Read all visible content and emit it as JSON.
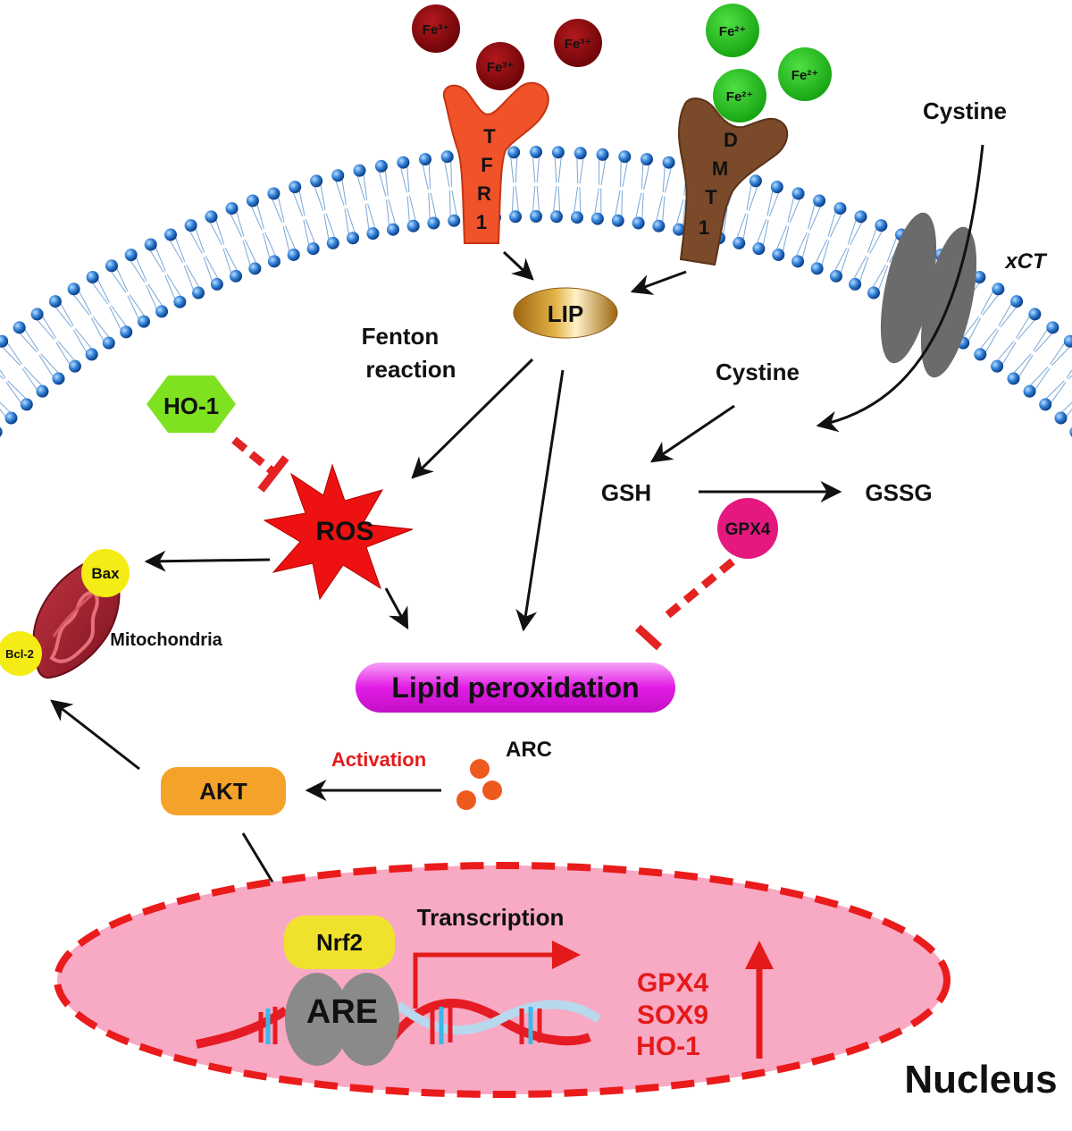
{
  "colors": {
    "membrane_head": "#1f63b8",
    "tfr1": "#f0522a",
    "dmt1": "#7a4a2a",
    "fe3": "#8b0d10",
    "fe2": "#2ac21f",
    "ros": "#ee1111",
    "inhibition": "#e32222",
    "ho1": "#7ee221",
    "gpx4_node": "#e4187f",
    "lipid": "#e21ce6",
    "akt": "#f5a22a",
    "arc": "#ee5a1e",
    "nucleus_fill": "#f8a9c4",
    "nucleus_border": "#ea1b1b",
    "nrf2": "#f0e22c",
    "are": "#8a8a8a",
    "mito": "#a81f2b",
    "bax_bcl2": "#f4ec14",
    "xct": "#6b6b6b",
    "red_text": "#e41a1a"
  },
  "iron": {
    "fe3": [
      "Fe³⁺",
      "Fe³⁺",
      "Fe³⁺"
    ],
    "fe2": [
      "Fe²⁺",
      "Fe²⁺",
      "Fe²⁺"
    ]
  },
  "receptors": {
    "tfr1": [
      "T",
      "F",
      "R",
      "1"
    ],
    "dmt1": [
      "D",
      "M",
      "T",
      "1"
    ]
  },
  "labels": {
    "cystine_outer": "Cystine",
    "cystine_inner": "Cystine",
    "xct": "xCT",
    "lip": "LIP",
    "fenton_line1": "Fenton",
    "fenton_line2": "reaction",
    "ho1": "HO-1",
    "ros": "ROS",
    "gsh": "GSH",
    "gssg": "GSSG",
    "gpx4": "GPX4",
    "bax": "Bax",
    "bcl2": "Bcl-2",
    "mitochondria": "Mitochondria",
    "lipid_peroxidation": "Lipid peroxidation",
    "arc": "ARC",
    "activation": "Activation",
    "akt": "AKT",
    "nrf2": "Nrf2",
    "are": "ARE",
    "transcription": "Transcription",
    "nucleus": "Nucleus"
  },
  "upregulated_genes": [
    "GPX4",
    "SOX9",
    "HO-1"
  ]
}
